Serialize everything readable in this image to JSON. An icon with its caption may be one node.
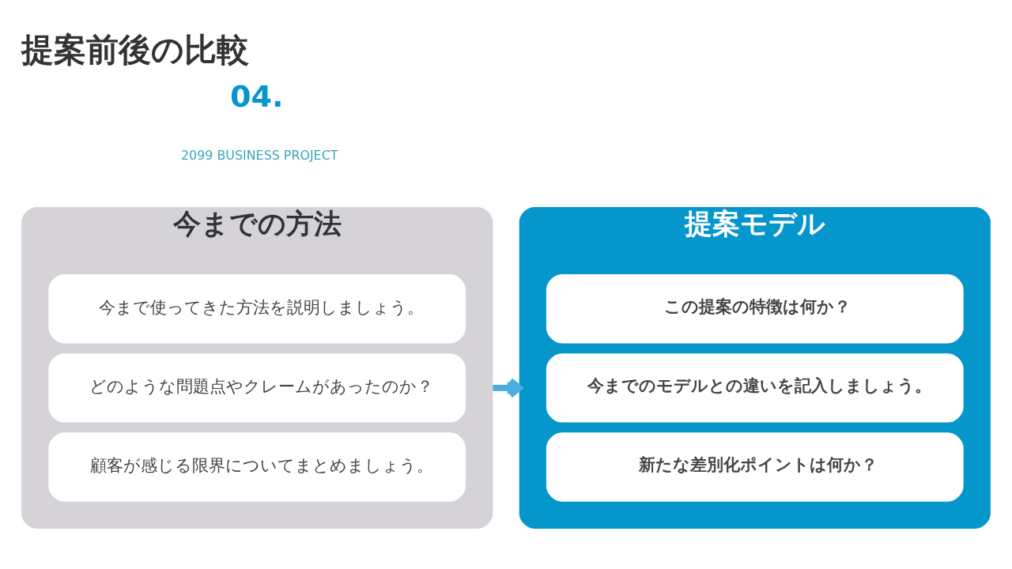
{
  "diagram": {
    "title": "提案前後の比較",
    "nodes": [
      {
        "text": [
          "今までの方法"
        ]
      },
      {
        "text": [
          "今まで使ってきた方法を説明しましょう。"
        ],
        "in": 0
      },
      {
        "text": [
          "どのような問題点やクレームがあったのか？"
        ],
        "in": 0
      },
      {
        "text": [
          "顧客が感じる限界についてまとめましょう。"
        ],
        "in": 0
      },
      {
        "text": [
          "提案モデル"
        ]
      },
      {
        "text": [
          "この提案の特徴は何か？"
        ],
        "in": 4
      },
      {
        "text": [
          "今までのモデルとの違いを記入しましょう。"
        ],
        "in": 4
      },
      {
        "text": [
          "新たな差別化ポイントは何か？"
        ],
        "in": 4
      }
    ],
    "edges": [
      {
        "from": 0,
        "to": 4,
        "arrow": "to"
      }
    ],
    "labels": [
      "04.",
      "2099 BUSINESS PROJECT"
    ]
  }
}
